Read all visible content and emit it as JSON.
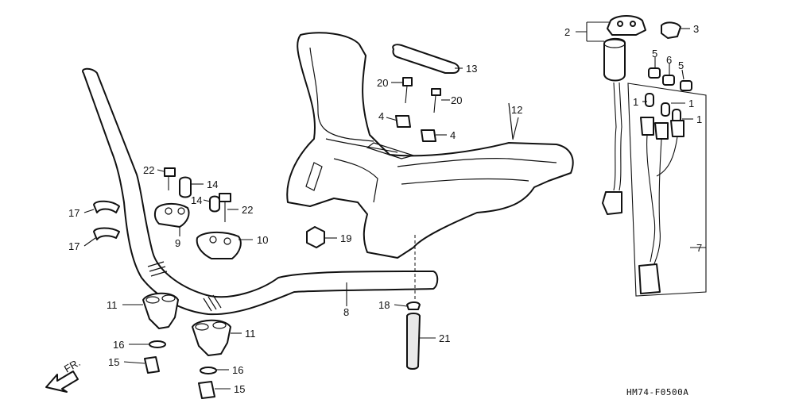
{
  "diagram": {
    "code": "HM74-F0500A",
    "direction": "FR.",
    "callouts": [
      {
        "id": "c2",
        "text": "2"
      },
      {
        "id": "c3",
        "text": "3"
      },
      {
        "id": "c13",
        "text": "13"
      },
      {
        "id": "c20a",
        "text": "20"
      },
      {
        "id": "c20b",
        "text": "20"
      },
      {
        "id": "c4a",
        "text": "4"
      },
      {
        "id": "c4b",
        "text": "4"
      },
      {
        "id": "c12",
        "text": "12"
      },
      {
        "id": "c5a",
        "text": "5"
      },
      {
        "id": "c6",
        "text": "6"
      },
      {
        "id": "c5b",
        "text": "5"
      },
      {
        "id": "c1a",
        "text": "1"
      },
      {
        "id": "c1b",
        "text": "1"
      },
      {
        "id": "c1c",
        "text": "1"
      },
      {
        "id": "c7",
        "text": "7"
      },
      {
        "id": "c22a",
        "text": "22"
      },
      {
        "id": "c14a",
        "text": "14"
      },
      {
        "id": "c14b",
        "text": "14"
      },
      {
        "id": "c22b",
        "text": "22"
      },
      {
        "id": "c17a",
        "text": "17"
      },
      {
        "id": "c17b",
        "text": "17"
      },
      {
        "id": "c9",
        "text": "9"
      },
      {
        "id": "c10",
        "text": "10"
      },
      {
        "id": "c19",
        "text": "19"
      },
      {
        "id": "c8",
        "text": "8"
      },
      {
        "id": "c18",
        "text": "18"
      },
      {
        "id": "c21",
        "text": "21"
      },
      {
        "id": "c11a",
        "text": "11"
      },
      {
        "id": "c11b",
        "text": "11"
      },
      {
        "id": "c16a",
        "text": "16"
      },
      {
        "id": "c16b",
        "text": "16"
      },
      {
        "id": "c15a",
        "text": "15"
      },
      {
        "id": "c15b",
        "text": "15"
      }
    ]
  }
}
